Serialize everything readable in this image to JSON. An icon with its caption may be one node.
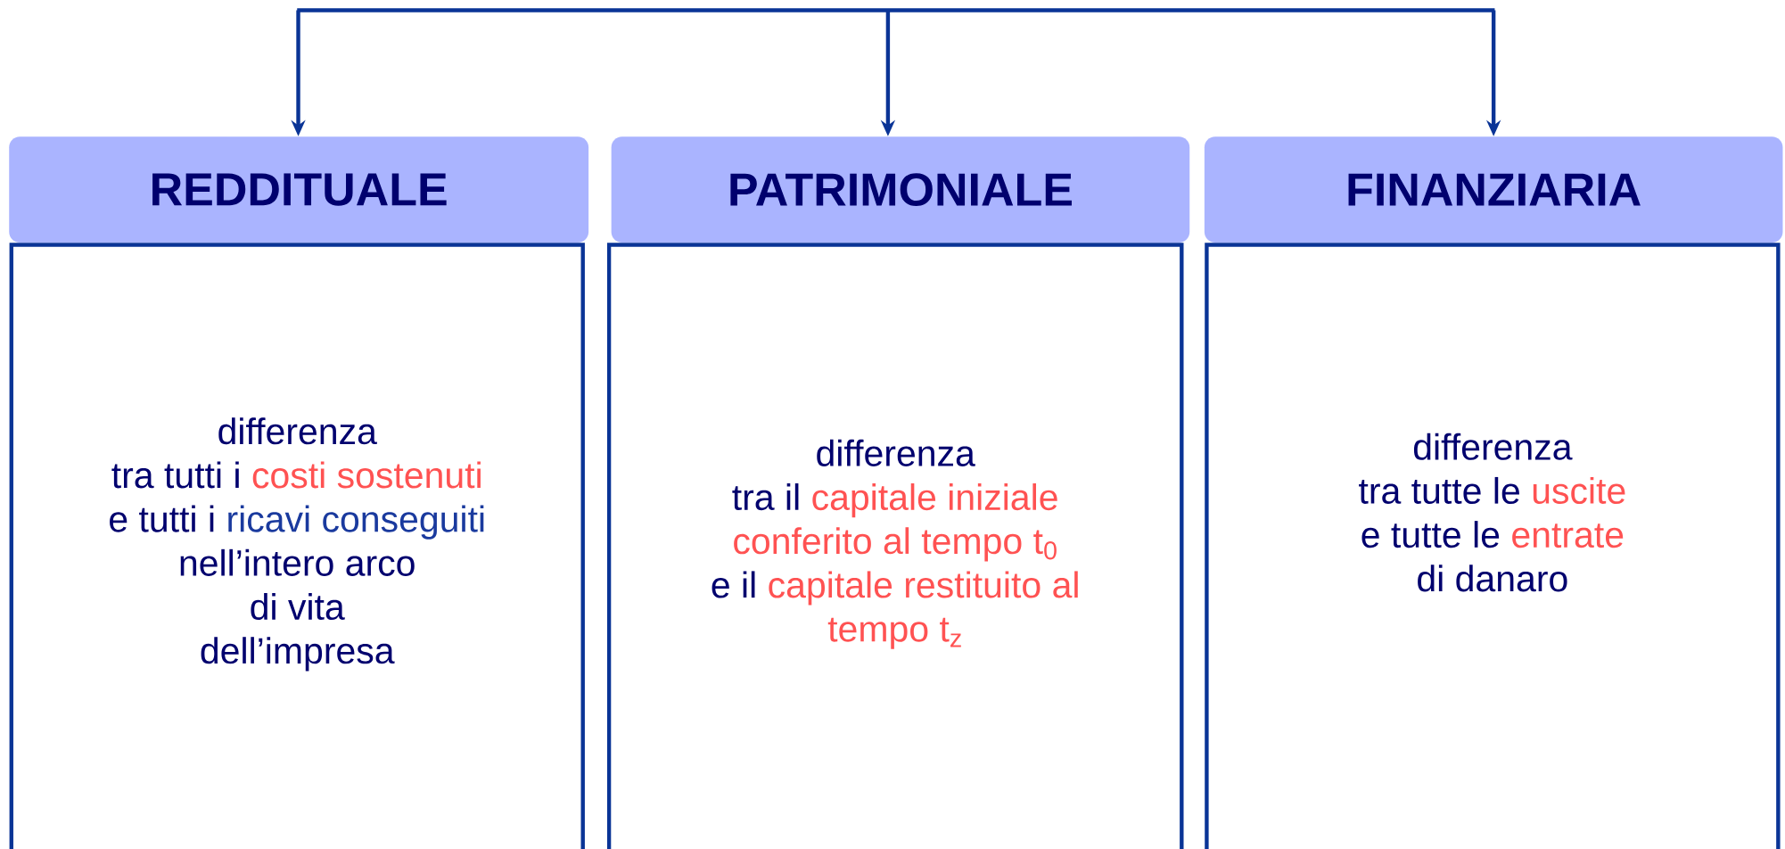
{
  "diagram": {
    "nodes": [
      {
        "text": [
          "REDDITUALE"
        ]
      },
      {
        "text": [
          "PATRIMONIALE"
        ]
      },
      {
        "text": [
          "FINANZIARIA"
        ]
      },
      {
        "text": [
          "differenza",
          "tra tutti i",
          "costi sostenuti",
          "e tutti i",
          "ricavi conseguiti",
          "nell’intero arco",
          "di vita",
          "dell’impresa"
        ]
      },
      {
        "text": [
          "differenza",
          "tra il",
          "capitale iniziale",
          "conferito al tempo t$_{0}$",
          "e il",
          "capitale restituito al",
          "tempo t$_{z}$"
        ]
      },
      {
        "text": [
          "differenza",
          "tra tutte le",
          "uscite",
          "e tutte le",
          "entrate",
          "di danaro"
        ]
      }
    ],
    "edges": [
      {
        "from": null,
        "to": 0,
        "arrow": "to"
      },
      {
        "from": null,
        "to": 1,
        "arrow": "to"
      },
      {
        "from": null,
        "to": 2,
        "arrow": "to"
      }
    ]
  }
}
